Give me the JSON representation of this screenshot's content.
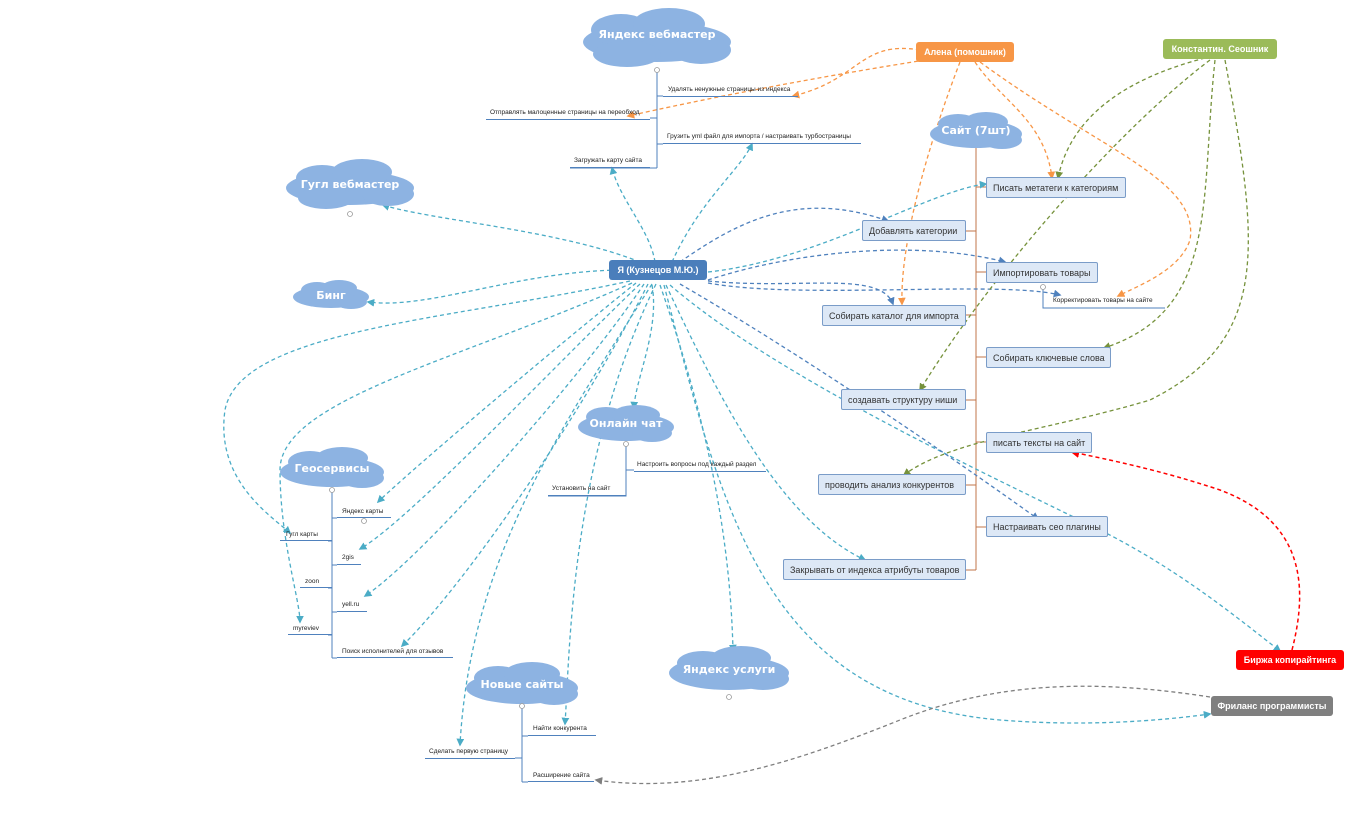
{
  "center": {
    "label": "Я (Кузнецов М.Ю.)",
    "color": "#4a7ebb"
  },
  "clouds": {
    "yandex_wm": "Яндекс вебмастер",
    "google_wm": "Гугл вебмастер",
    "bing": "Бинг",
    "site": "Сайт (7шт)",
    "chat": "Онлайн чат",
    "geo": "Геосервисы",
    "new_sites": "Новые сайты",
    "yandex_services": "Яндекс услуги"
  },
  "people": {
    "alena": {
      "label": "Алена (помошник)",
      "color": "#f79646"
    },
    "konstantin": {
      "label": "Константин. Сеошник",
      "color": "#9bbb59"
    },
    "birzha": {
      "label": "Биржа копирайтинга",
      "color": "#ff0000"
    },
    "freelance": {
      "label": "Фриланс программисты",
      "color": "#7f7f7f"
    }
  },
  "yandex_wm_items": {
    "remove_pages": "Удалять ненужные страницы из индекса",
    "low_value": "Отправлять малоценные страницы на переобход",
    "yml": "Грузить yml файл для импорта / настраивать турбостраницы",
    "sitemap": "Загружать карту сайта"
  },
  "site_tasks": {
    "meta": "Писать метатеги к категориям",
    "add_cat": "Добавлять категории",
    "import": "Импортировать товары",
    "correct": "Корректировать товары на сайте",
    "catalog": "Собирать каталог для импорта",
    "keywords": "Собирать ключевые слова",
    "structure": "создавать структуру ниши",
    "texts": "писать тексты на сайт",
    "competitors": "проводить анализ конкурентов",
    "seo_plugins": "Настраивать сео плагины",
    "close_attrs": "Закрывать от индекса атрибуты товаров"
  },
  "chat_items": {
    "questions": "Настроить вопросы под каждый раздел",
    "install": "Установить на сайт"
  },
  "geo_items": {
    "google_maps": "Гугл карты",
    "yandex_maps": "Яндекс карты",
    "twogis": "2gis",
    "zoon": "zoon",
    "yell": "yell.ru",
    "myreviev": "myreviev",
    "reviews": "Поиск исполнителей для отзывов"
  },
  "new_sites_items": {
    "find_comp": "Найти конкурента",
    "first_page": "Сделать первую страницу",
    "expand": "Расширение сайта"
  },
  "colors": {
    "teal": "#4bacc6",
    "blue": "#4f81bd",
    "orange": "#f79646",
    "green": "#76923c",
    "red": "#ff0000",
    "gray": "#7f7f7f",
    "cloud": "#8db3e2",
    "branch": "#c0764a"
  }
}
